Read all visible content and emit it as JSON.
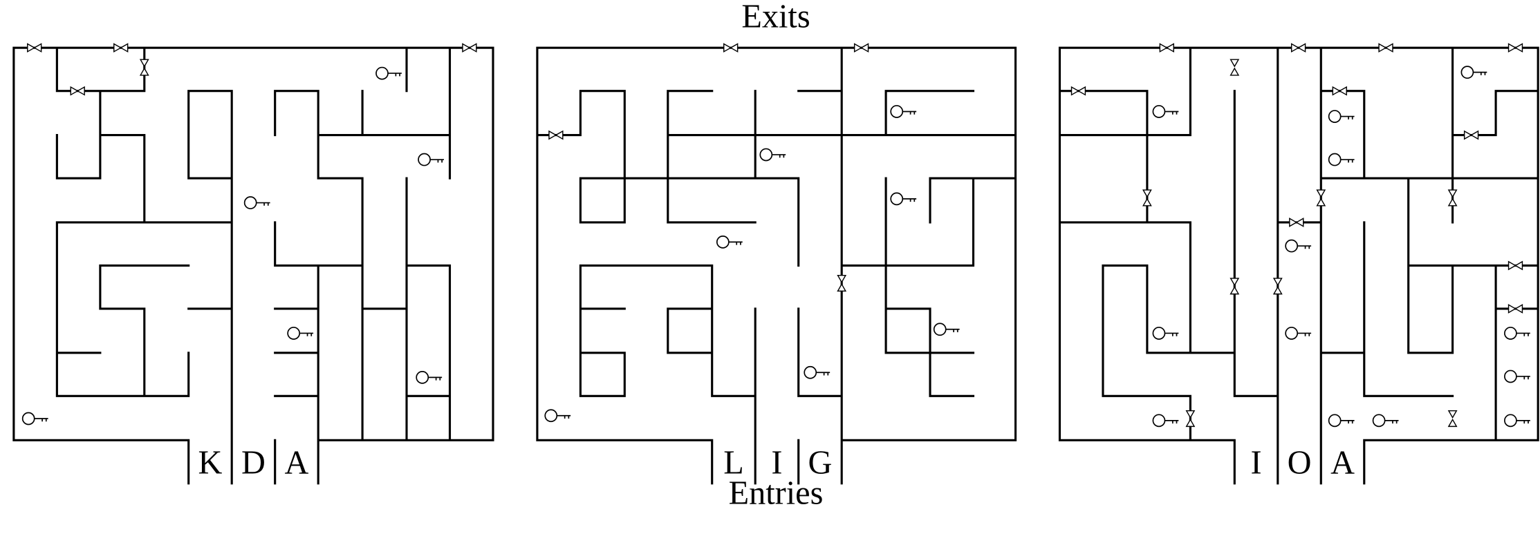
{
  "title_top": "Exits",
  "title_bottom": "Entries",
  "mazes": [
    {
      "entries": [
        "K",
        "D",
        "A"
      ]
    },
    {
      "entries": [
        "L",
        "I",
        "G"
      ]
    },
    {
      "entries": [
        "I",
        "O",
        "A"
      ]
    }
  ],
  "icons": {
    "key": "key-icon",
    "lock": "lock-icon"
  },
  "colors": {
    "line": "#000000",
    "background": "#ffffff"
  }
}
